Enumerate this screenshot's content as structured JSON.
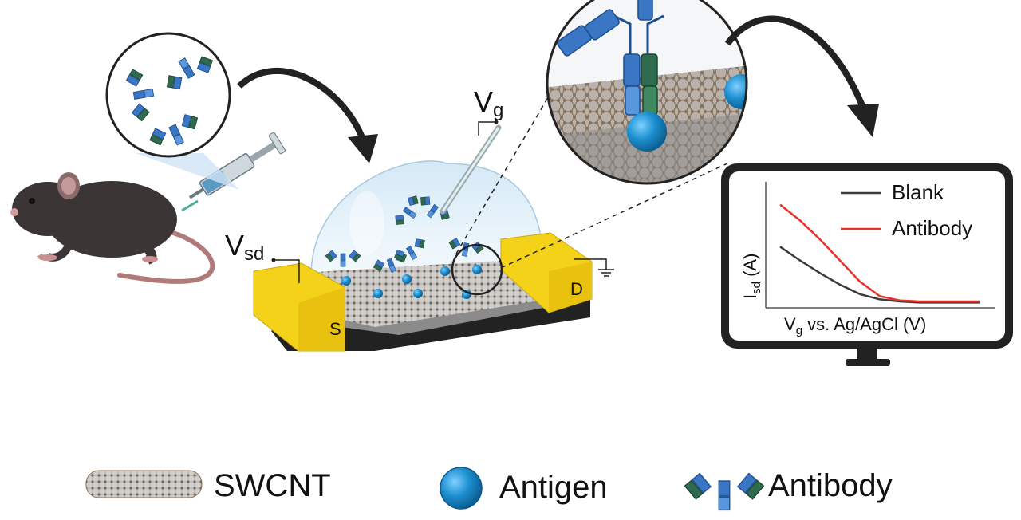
{
  "diagram": {
    "labels": {
      "vsd_main": "V",
      "vsd_sub": "sd",
      "vg_main": "V",
      "vg_sub": "g",
      "source": "S",
      "drain": "D"
    },
    "monitor": {
      "legend": [
        {
          "name": "Blank",
          "color": "#3a3a3a"
        },
        {
          "name": "Antibody",
          "color": "#e8322d"
        }
      ],
      "ylabel_main": "I",
      "ylabel_sub": "sd",
      "ylabel_unit": " (A)",
      "xlabel_main": "V",
      "xlabel_sub": "g",
      "xlabel_rest": " vs. Ag/AgCl (V)"
    },
    "legend": [
      {
        "name": "SWCNT",
        "icon": "swcnt-icon"
      },
      {
        "name": "Antigen",
        "icon": "antigen-icon"
      },
      {
        "name": "Antibody",
        "icon": "antibody-icon"
      }
    ],
    "colors": {
      "antigen": "#1c8fd0",
      "antibody_heavy": "#3a76c4",
      "antibody_light": "#2f6b4f",
      "electrode": "#f5d21a",
      "mouse": "#3b3535",
      "curve_blank": "#3a3a3a",
      "curve_antibody": "#e8322d"
    }
  },
  "chart_data": {
    "type": "line",
    "xlabel": "Vg vs. Ag/AgCl (V)",
    "ylabel": "Isd (A)",
    "series": [
      {
        "name": "Blank",
        "values": [
          0.55,
          0.42,
          0.3,
          0.19,
          0.1,
          0.05,
          0.03,
          0.02,
          0.02,
          0.02,
          0.02
        ]
      },
      {
        "name": "Antibody",
        "values": [
          0.95,
          0.8,
          0.62,
          0.42,
          0.22,
          0.08,
          0.04,
          0.03,
          0.03,
          0.03,
          0.03
        ]
      }
    ],
    "x": [
      0,
      1,
      2,
      3,
      4,
      5,
      6,
      7,
      8,
      9,
      10
    ],
    "grid": false
  }
}
